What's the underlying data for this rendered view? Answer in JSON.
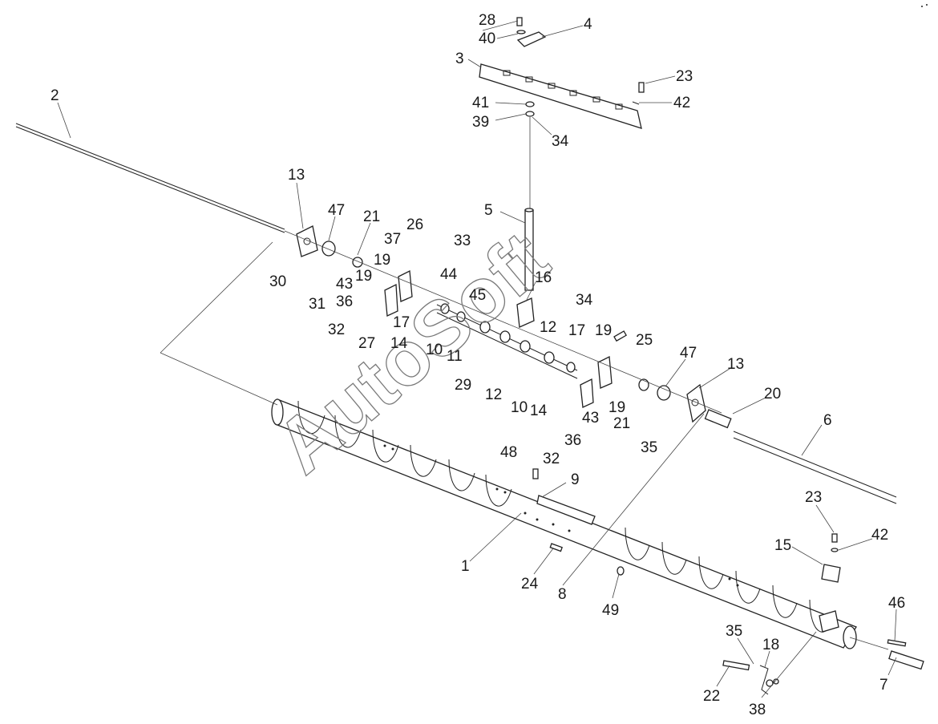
{
  "diagram": {
    "watermark": "AutoSoft",
    "callouts": {
      "c28": "28",
      "c40": "40",
      "c4": "4",
      "c3": "3",
      "c23a": "23",
      "c42a": "42",
      "c41": "41",
      "c39": "39",
      "c34a": "34",
      "c2": "2",
      "c13a": "13",
      "c47a": "47",
      "c21a": "21",
      "c26": "26",
      "c37": "37",
      "c33": "33",
      "c5": "5",
      "c19a": "19",
      "c44": "44",
      "c16": "16",
      "c43a": "43",
      "c19b": "19",
      "c36a": "36",
      "c30": "30",
      "c31": "31",
      "c32a": "32",
      "c27": "27",
      "c17a": "17",
      "c14a": "14",
      "c10a": "10",
      "c11": "11",
      "c29": "29",
      "c12a": "12",
      "c45": "45",
      "c34b": "34",
      "c12b": "12",
      "c17b": "17",
      "c19c": "19",
      "c25": "25",
      "c47b": "47",
      "c13b": "13",
      "c20": "20",
      "c10b": "10",
      "c14b": "14",
      "c43b": "43",
      "c19d": "19",
      "c21b": "21",
      "c36b": "36",
      "c35a": "35",
      "c32b": "32",
      "c6": "6",
      "c48": "48",
      "c9": "9",
      "c1": "1",
      "c24": "24",
      "c8": "8",
      "c49": "49",
      "c23b": "23",
      "c42b": "42",
      "c15": "15",
      "c46": "46",
      "c35b": "35",
      "c18": "18",
      "c22": "22",
      "c38": "38",
      "c7": "7"
    }
  }
}
